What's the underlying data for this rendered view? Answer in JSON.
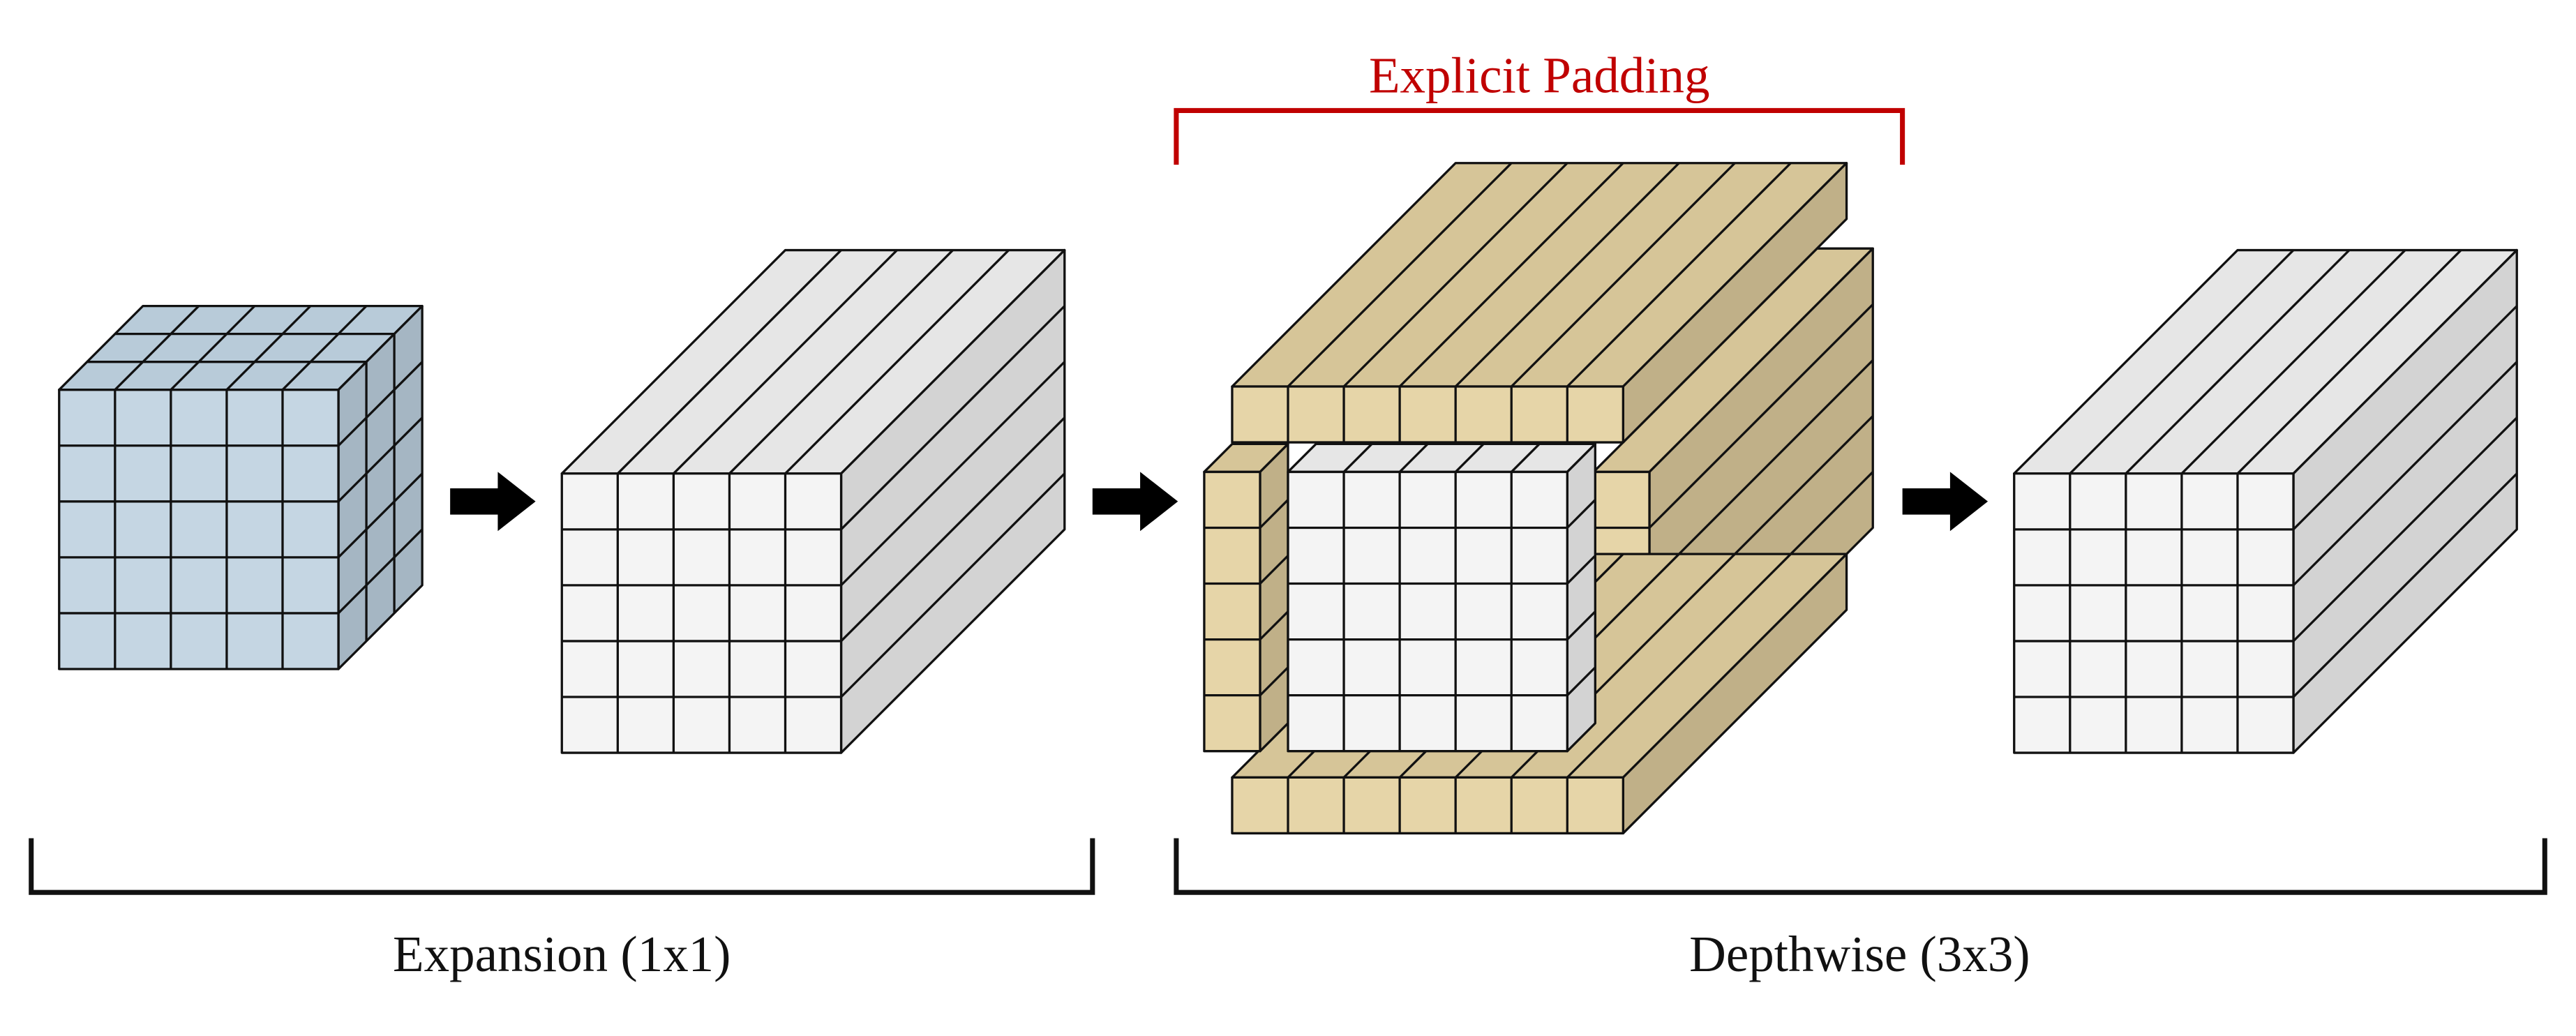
{
  "labels": {
    "explicit_padding": "Explicit Padding",
    "expansion": "Expansion (1x1)",
    "depthwise": "Depthwise (3x3)"
  },
  "colors": {
    "blue_front": "#c5d6e3",
    "blue_top": "#b8cbd9",
    "blue_side": "#a5b6c3",
    "white_front": "#f4f4f4",
    "white_top": "#e6e6e6",
    "white_side": "#d3d3d3",
    "pad_front": "#e6d5a8",
    "pad_top": "#d6c598",
    "pad_side": "#c0b088",
    "accent_red": "#c00000",
    "stroke": "#111111"
  },
  "icons": {
    "arrow": "right-arrow-icon"
  }
}
